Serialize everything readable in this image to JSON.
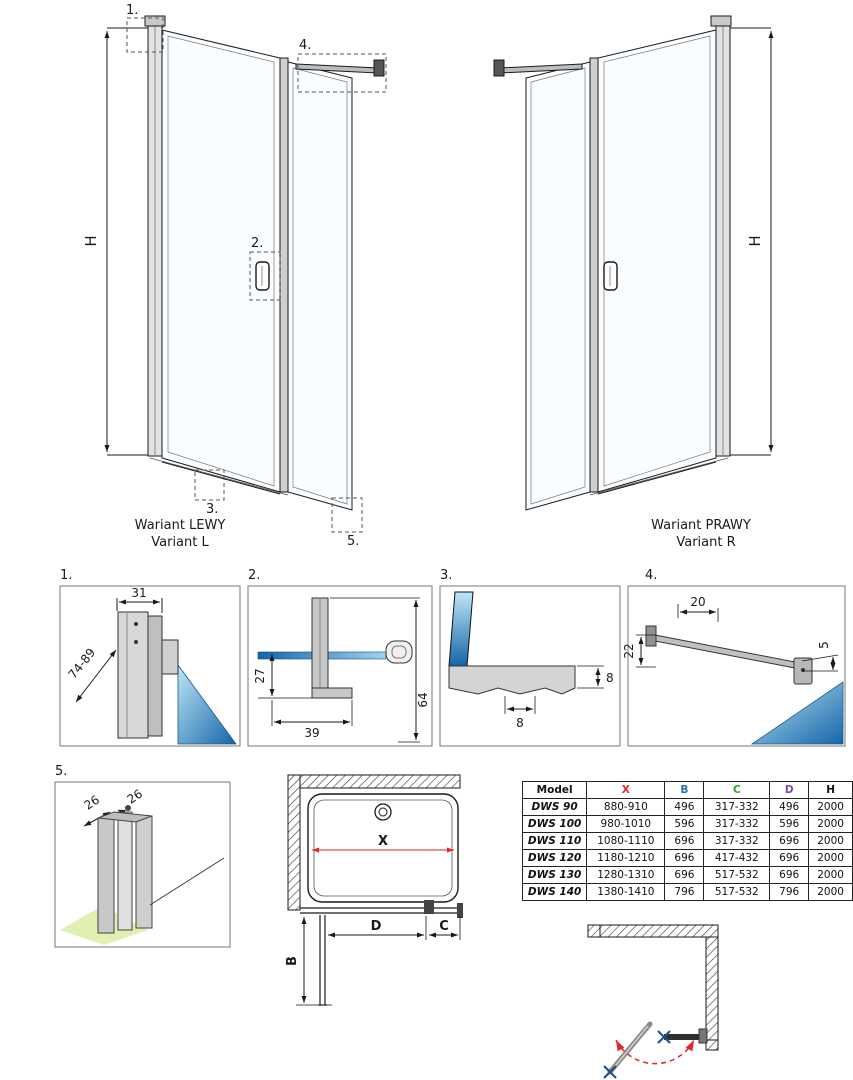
{
  "colors": {
    "red": "#e62328",
    "green": "#2fa33a",
    "purple": "#7a4fa0",
    "blue": "#2a6fb8",
    "glass_dark": "#1565a8",
    "glass_light": "#bfe6f7"
  },
  "elevations": {
    "left": {
      "name": "Wariant LEWY",
      "variant": "Variant L",
      "h": "H"
    },
    "right": {
      "name": "Wariant PRAWY",
      "variant": "Variant R",
      "h": "H"
    },
    "callouts": {
      "c1": "1.",
      "c2": "2.",
      "c3": "3.",
      "c4": "4.",
      "c5": "5."
    }
  },
  "details": {
    "d1": {
      "label": "1.",
      "dim_width": "31",
      "dim_range": "74-89"
    },
    "d2": {
      "label": "2.",
      "dim_drop": "27",
      "dim_foot": "39",
      "dim_height": "64"
    },
    "d3": {
      "label": "3.",
      "dim_w": "8",
      "dim_h": "8"
    },
    "d4": {
      "label": "4.",
      "dim_top": "20",
      "dim_left": "22",
      "dim_right": "5"
    },
    "d5": {
      "label": "5.",
      "dim_a": "26",
      "dim_b": "26"
    }
  },
  "plan": {
    "x": "X",
    "b": "B",
    "c": "C",
    "d": "D"
  },
  "table": {
    "headers": {
      "model": "Model",
      "x": "X",
      "b": "B",
      "c": "C",
      "d": "D",
      "h": "H"
    },
    "rows": [
      {
        "model": "DWS 90",
        "x": "880-910",
        "b": "496",
        "c": "317-332",
        "d": "496",
        "h": "2000"
      },
      {
        "model": "DWS 100",
        "x": "980-1010",
        "b": "596",
        "c": "317-332",
        "d": "596",
        "h": "2000"
      },
      {
        "model": "DWS 110",
        "x": "1080-1110",
        "b": "696",
        "c": "317-332",
        "d": "696",
        "h": "2000"
      },
      {
        "model": "DWS 120",
        "x": "1180-1210",
        "b": "696",
        "c": "417-432",
        "d": "696",
        "h": "2000"
      },
      {
        "model": "DWS 130",
        "x": "1280-1310",
        "b": "696",
        "c": "517-532",
        "d": "696",
        "h": "2000"
      },
      {
        "model": "DWS 140",
        "x": "1380-1410",
        "b": "796",
        "c": "517-532",
        "d": "796",
        "h": "2000"
      }
    ]
  }
}
